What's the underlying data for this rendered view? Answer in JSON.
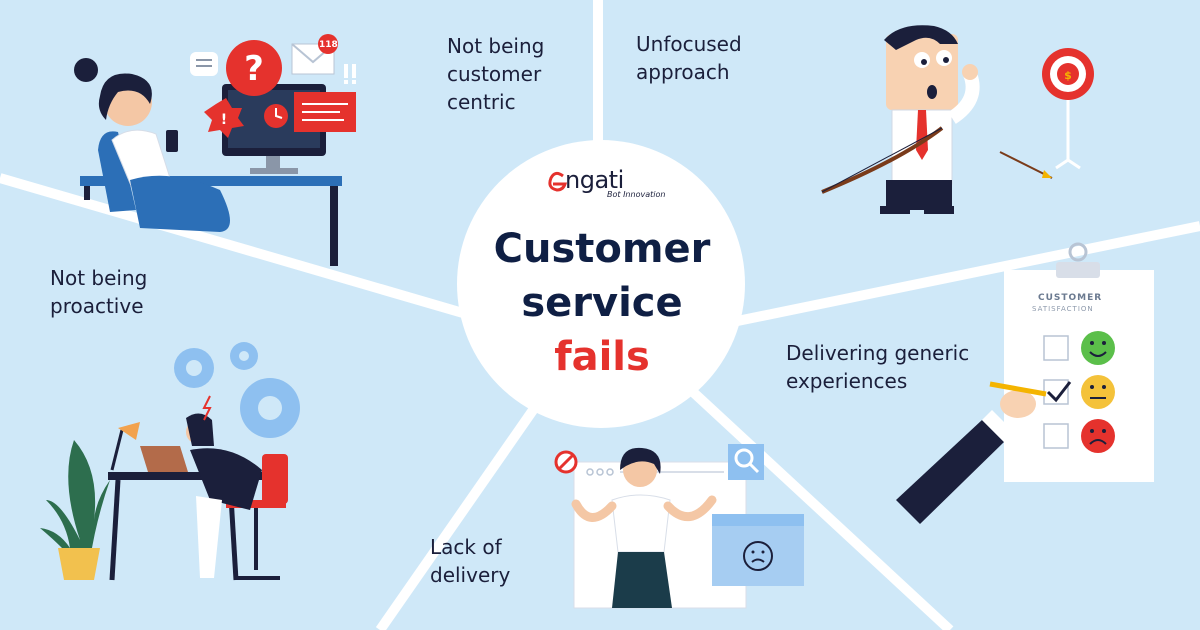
{
  "title": {
    "line1": "Customer",
    "line2": "service",
    "line3": "fails"
  },
  "logo": {
    "word": "ngati",
    "initial": "e",
    "tagline": "Bot Innovation"
  },
  "labels": {
    "not_customer_centric": "Not being\ncustomer\ncentric",
    "unfocused": "Unfocused\napproach",
    "not_proactive": "Not being\nproactive",
    "generic": "Delivering generic\nexperiences",
    "lack_delivery": "Lack of\ndelivery"
  },
  "survey": {
    "title": "CUSTOMER",
    "subtitle": "SATISFACTION"
  },
  "notification": {
    "count": "118"
  },
  "colors": {
    "background": "#cfe8f8",
    "accent_red": "#e5322d",
    "navy": "#0f1f44",
    "divider": "#ffffff"
  }
}
